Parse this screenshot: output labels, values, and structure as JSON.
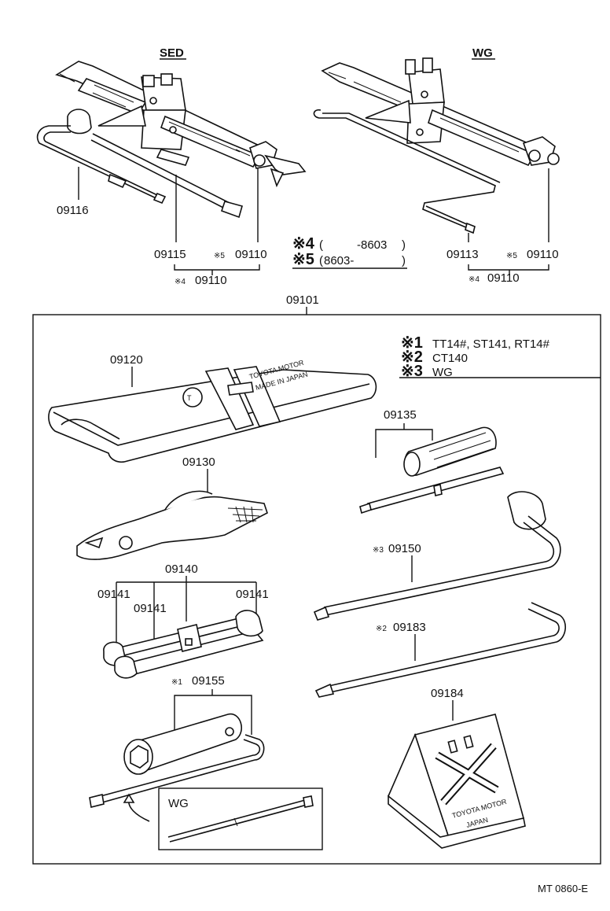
{
  "variants": {
    "sed": "SED",
    "wg": "WG",
    "inset_wg": "WG"
  },
  "parts": {
    "sed_handle": "09116",
    "sed_bar": "09115",
    "sed_jack_mark": "※5",
    "sed_jack": "09110",
    "sed_jack_alt_mark": "※4",
    "sed_jack_alt": "09110",
    "wg_handle": "09113",
    "wg_jack_mark": "※5",
    "wg_jack": "09110",
    "wg_jack_alt_mark": "※4",
    "wg_jack_alt": "09110",
    "tool_set": "09101",
    "tool_bag": "09120",
    "pliers": "09130",
    "screwdriver": "09135",
    "wrench_set": "09140",
    "wrench_left": "09141",
    "wrench_mid": "09141",
    "wrench_right": "09141",
    "lug_wrench_mark": "※3",
    "lug_wrench": "09150",
    "hub_nut_wrench_mark": "※2",
    "hub_nut_wrench": "09183",
    "plug_wrench_mark": "※1",
    "plug_wrench": "09155",
    "wheel_chock": "09184"
  },
  "date_notes": [
    {
      "mark": "※4",
      "open": "(",
      "value": "-8603",
      "close": ")"
    },
    {
      "mark": "※5",
      "open": "(",
      "value": "8603-",
      "close": ")"
    }
  ],
  "model_notes": [
    {
      "mark": "※1",
      "text": "TT14#, ST141, RT14#"
    },
    {
      "mark": "※2",
      "text": "CT140"
    },
    {
      "mark": "※3",
      "text": "WG"
    }
  ],
  "stamps": {
    "bag_line1": "TOYOTA MOTOR",
    "bag_line2": "MADE IN JAPAN",
    "chock_line1": "TOYOTA MOTOR",
    "chock_line2": "JAPAN"
  },
  "figure_code": "MT 0860-E"
}
